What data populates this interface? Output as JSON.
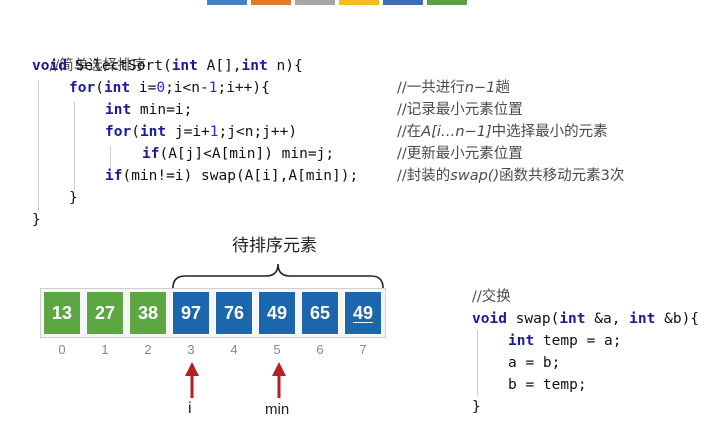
{
  "colors": {
    "sorted": "#5ca643",
    "unsorted": "#1b66ad",
    "arrow": "#b51f1f",
    "strip": [
      "#4a7fc7",
      "#e07b2a",
      "#a6a6a6",
      "#f3bb1c",
      "#3f6db5",
      "#5a9e45"
    ]
  },
  "main_code": {
    "comment": "//简单选择排序",
    "signature": {
      "kw_void": "void",
      "name": " SelectSort(",
      "kw_int1": "int",
      "arg1": " A[],",
      "kw_int2": "int",
      "arg2": " n){"
    },
    "for_outer": {
      "kw_for": "for",
      "p1": "(",
      "kw_int": "int",
      "p2": " i=",
      "zero": "0",
      "p3": ";i<n-",
      "one": "1",
      "p4": ";i++){"
    },
    "min_decl": {
      "kw_int": "int",
      "rest": " min=i;"
    },
    "for_inner": {
      "kw_for": "for",
      "p1": "(",
      "kw_int": "int",
      "p2": " j=i+",
      "one": "1",
      "p3": ";j<n;j++)"
    },
    "if_inner": {
      "kw_if": "if",
      "rest": "(A[j]<A[min]) min=j;"
    },
    "if_swap": {
      "kw_if": "if",
      "rest": "(min!=i) swap(A[i],A[min]);"
    },
    "close_inner": "}",
    "close_outer": "}"
  },
  "comments": {
    "c1": {
      "a": "//一共进行",
      "b": "n−1",
      "c": "趟"
    },
    "c2": "//记录最小元素位置",
    "c3": {
      "a": "//在",
      "b": "A[i…n−1]",
      "c": "中选择最小的元素"
    },
    "c4": "//更新最小元素位置",
    "c5": {
      "a": "//封装的",
      "b": "swap()",
      "c": "函数共移动元素3次"
    }
  },
  "brace_label": "待排序元素",
  "array": {
    "values": [
      "13",
      "27",
      "38",
      "97",
      "76",
      "49",
      "65",
      "49"
    ],
    "indices": [
      "0",
      "1",
      "2",
      "3",
      "4",
      "5",
      "6",
      "7"
    ],
    "sorted_count": 3
  },
  "pointers": {
    "i_label": "i",
    "min_label": "min"
  },
  "swap_code": {
    "comment": "//交换",
    "signature": {
      "kw_void": "void",
      "name": " swap(",
      "kw_int1": "int",
      "arg1": " &a, ",
      "kw_int2": "int",
      "arg2": " &b){"
    },
    "temp": {
      "kw_int": "int",
      "rest": " temp = a;"
    },
    "a_line": "a = b;",
    "b_line": "b = temp;",
    "close": "}"
  }
}
